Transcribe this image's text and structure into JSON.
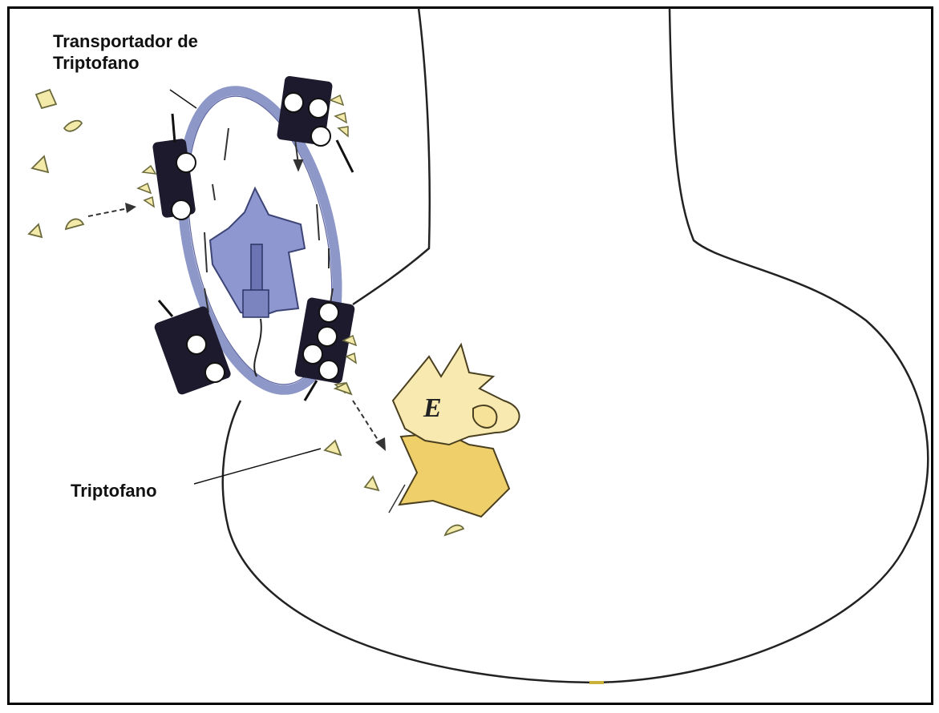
{
  "labels": {
    "transporter_line1": "Transportador de",
    "transporter_line2": "Triptofano",
    "tryptophan": "Triptofano",
    "enzyme_letter": "E"
  },
  "colors": {
    "membrane_outline": "#222222",
    "vesicle_ring": "#8d97c8",
    "vesicle_inner": "#a8afd8",
    "transporter_dark": "#1e1a2e",
    "tryptophan_fill": "#f3e9a8",
    "tryptophan_stroke": "#6b6a3c",
    "enzyme_fill": "#f7e29a",
    "enzyme_fill_deep": "#efcf6a",
    "protein_fill": "#8e97cf"
  }
}
